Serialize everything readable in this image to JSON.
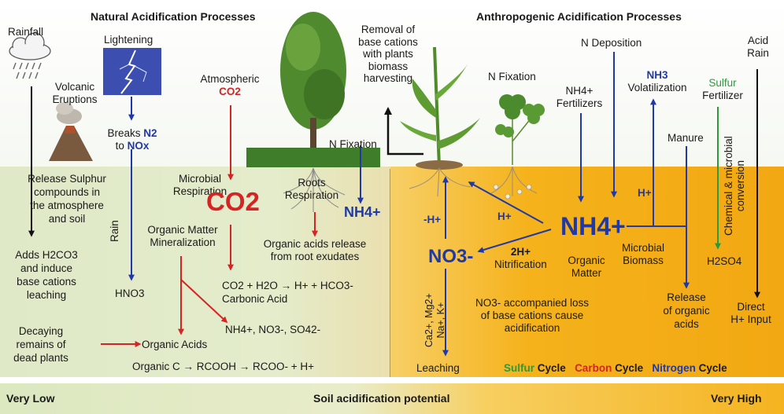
{
  "headers": {
    "natural": "Natural Acidification Processes",
    "anthropogenic": "Anthropogenic Acidification Processes"
  },
  "natural": {
    "rainfall": "Rainfall",
    "lightening": "Lightening",
    "volcanic_1": "Volcanic",
    "volcanic_2": "Eruptions",
    "breaks_1": "Breaks",
    "breaks_n2": "N2",
    "breaks_to": "to",
    "breaks_nox": "NOx",
    "atmospheric": "Atmospheric",
    "atm_co2": "CO2",
    "release_sulphur": [
      "Release Sulphur",
      "compounds in",
      "the atmosphere",
      "and soil"
    ],
    "microbial_resp": [
      "Microbial",
      "Respiration"
    ],
    "co2_big": "CO2",
    "organic_matter_min": [
      "Organic Matter",
      "Mineralization"
    ],
    "rain": "Rain",
    "hno3": "HNO3",
    "adds": [
      "Adds H2CO3",
      "and induce",
      "base cations",
      "leaching"
    ],
    "decaying": [
      "Decaying",
      "remains of",
      "dead plants"
    ],
    "roots_resp": [
      "Roots",
      "Respiration"
    ],
    "n_fixation_1": "N Fixation",
    "nh4_small": "NH4+",
    "organic_acids_release": [
      "Organic acids release",
      "from root exudates"
    ],
    "carbonic_eq": "CO2 + H2O → H+ + HCO3-",
    "carbonic_acid": "Carbonic Acid",
    "nutrients": "NH4+, NO3-, SO42-",
    "organic_acids": "Organic Acids",
    "organic_chain": "Organic C → RCOOH → RCOO- + H+"
  },
  "anthropogenic": {
    "removal": [
      "Removal of",
      "base cations",
      "with plants",
      "biomass",
      "harvesting"
    ],
    "n_deposition": "N Deposition",
    "n_fixation_2": "N Fixation",
    "nh4_fert": [
      "NH4+",
      "Fertilizers"
    ],
    "nh3_vol": [
      "NH3",
      "Volatilization"
    ],
    "acid_rain": [
      "Acid",
      "Rain"
    ],
    "sulfur_fert": [
      "Sulfur",
      "Fertilizer"
    ],
    "manure": "Manure",
    "chem_conv": [
      "Chemical & microbial",
      "conversion"
    ],
    "h_plus_1": "H+",
    "h_plus_2": "H+",
    "minus_h": "-H+",
    "nh4_big": "NH4+",
    "no3_big": "NO3-",
    "nitrification": [
      "2H+",
      "Nitrification"
    ],
    "organic_matter": [
      "Organic",
      "Matter"
    ],
    "microbial_biomass": [
      "Microbial",
      "Biomass"
    ],
    "h2so4": "H2SO4",
    "release_org_acids": [
      "Release",
      "of organic",
      "acids"
    ],
    "direct_h": [
      "Direct",
      "H+ Input"
    ],
    "cations": [
      "Ca2+, Mg2+",
      "Na+, K+"
    ],
    "no3_loss": [
      "NO3- accompanied loss",
      "of base cations cause",
      "acidification"
    ],
    "leaching": "Leaching",
    "cycles": {
      "sulfur": "Sulfur",
      "carbon": "Carbon",
      "nitrogen": "Nitrogen",
      "word": "Cycle"
    }
  },
  "scale": {
    "low": "Very Low",
    "mid": "Soil acidification potential",
    "high": "Very High"
  },
  "colors": {
    "blue": "#1f3aa8",
    "red": "#d42424",
    "green": "#2a9a3a",
    "soil_left": "#dfe9c6",
    "soil_right": "#f5b21b",
    "sky": "#ffffff"
  }
}
